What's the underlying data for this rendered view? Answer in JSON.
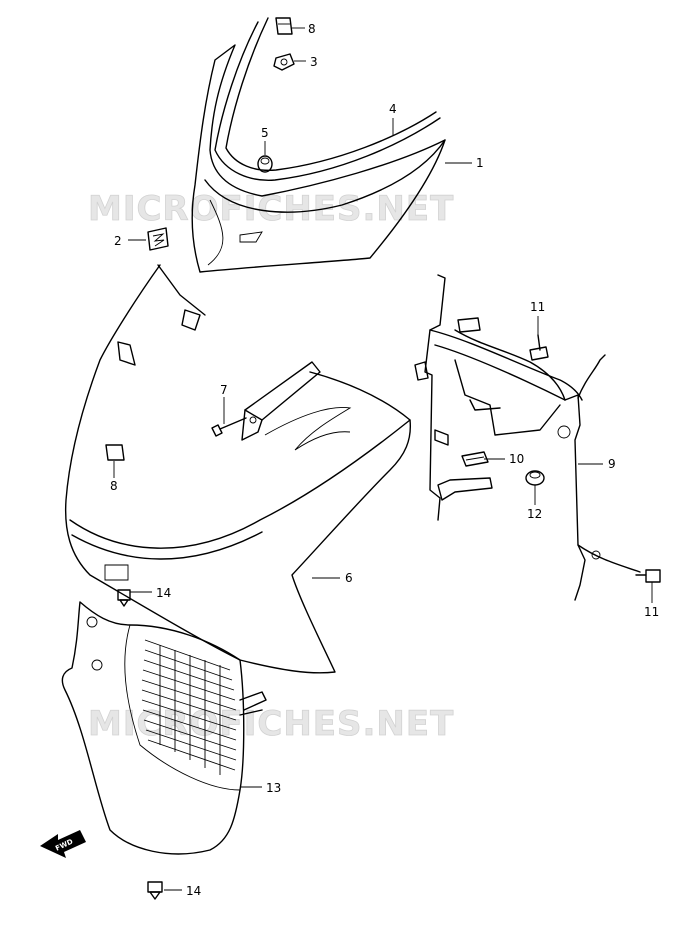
{
  "watermark": "MICROFICHES.NET",
  "fwd_label": "FWD",
  "callouts": [
    "1",
    "2",
    "3",
    "4",
    "5",
    "6",
    "7",
    "8",
    "8",
    "9",
    "10",
    "11",
    "11",
    "12",
    "13",
    "14",
    "14"
  ],
  "colors": {
    "line": "#000000",
    "watermark": "#e6e6e6",
    "background": "#ffffff"
  }
}
